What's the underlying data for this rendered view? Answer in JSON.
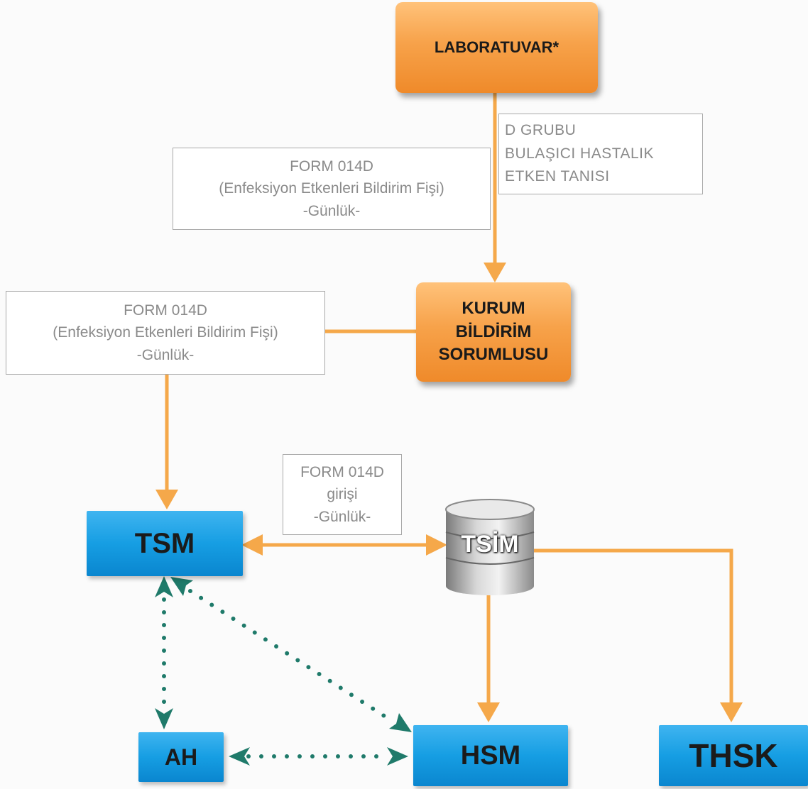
{
  "nodes": {
    "laboratuvar": "LABORATUVAR*",
    "kurum": [
      "KURUM",
      "BİLDİRİM",
      "SORUMLUSU"
    ],
    "tsm": "TSM",
    "tsim": "TSİM",
    "ah": "AH",
    "hsm": "HSM",
    "thsk": "THSK"
  },
  "labels": {
    "d_grubu": [
      "D GRUBU",
      "BULAŞICI HASTALIK",
      "ETKEN TANISI"
    ],
    "form_upper": [
      "FORM 014D",
      "(Enfeksiyon Etkenleri Bildirim Fişi)",
      "-Günlük-"
    ],
    "form_left": [
      "FORM 014D",
      "(Enfeksiyon Etkenleri Bildirim Fişi)",
      "-Günlük-"
    ],
    "form_girisi": [
      "FORM 014D",
      "girişi",
      "-Günlük-"
    ]
  },
  "colors": {
    "orange_arrow": "#f5a84a",
    "dotted_green": "#1f7a6a",
    "orange_box": "#f39a3b",
    "blue_box": "#169ee3"
  }
}
